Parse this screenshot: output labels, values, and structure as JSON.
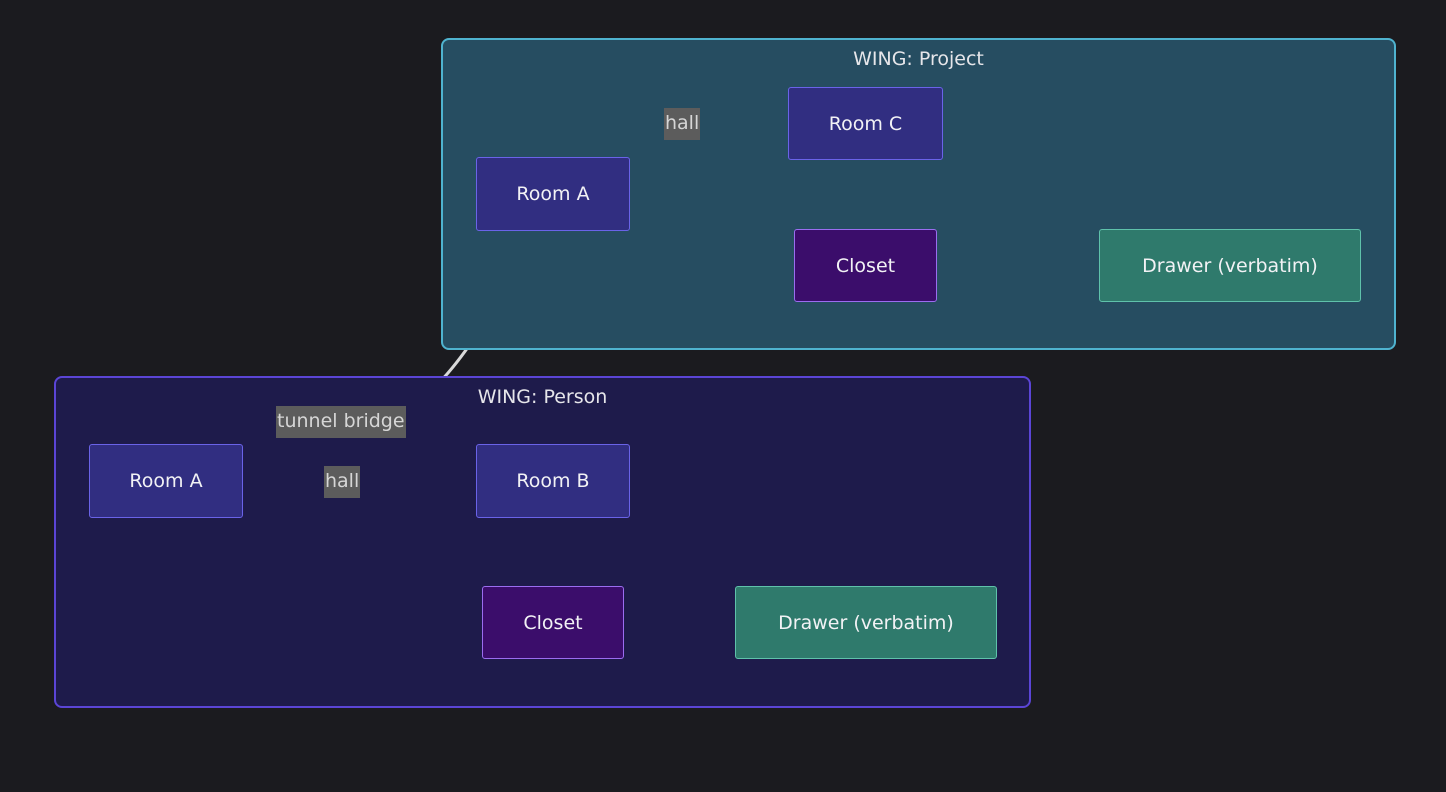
{
  "diagram": {
    "wings": {
      "project": {
        "title": "WING: Project"
      },
      "person": {
        "title": "WING: Person"
      }
    },
    "nodes": {
      "project_room_a": "Room A",
      "project_room_c": "Room C",
      "project_closet": "Closet",
      "project_drawer": "Drawer (verbatim)",
      "person_room_a": "Room A",
      "person_room_b": "Room B",
      "person_closet": "Closet",
      "person_drawer": "Drawer (verbatim)"
    },
    "edge_labels": {
      "project_hall": "hall",
      "person_hall": "hall",
      "tunnel_bridge": "tunnel bridge"
    },
    "colors": {
      "background": "#1b1b1f",
      "project_wing_fill": "#264d61",
      "project_wing_border": "#4fb3cf",
      "person_wing_fill": "#1e1b4b",
      "person_wing_border": "#5b45d6",
      "room_fill": "#312e81",
      "closet_fill": "#3b0d6b",
      "drawer_fill": "#2f7a6c",
      "edge_stroke": "#d9d9d9"
    }
  }
}
